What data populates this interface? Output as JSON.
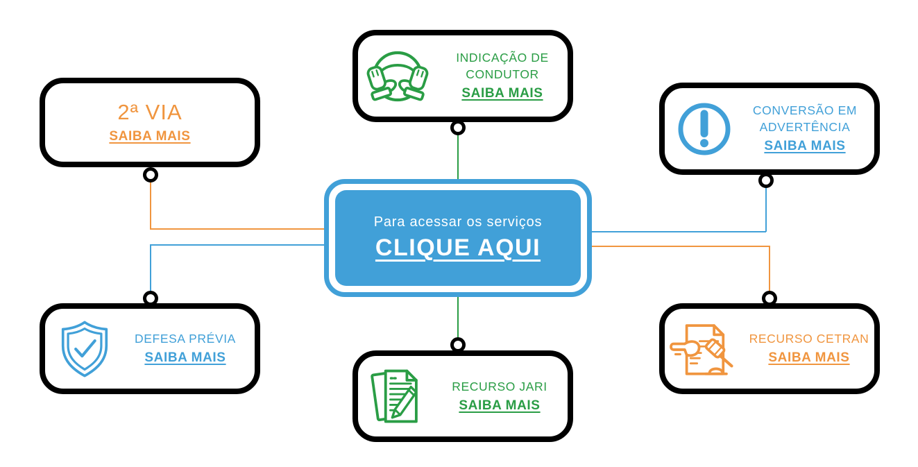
{
  "colors": {
    "blue": "#41A0D8",
    "green": "#2A9D45",
    "orange": "#F0953F"
  },
  "center": {
    "intro": "Para acessar os serviços",
    "cta": "CLIQUE AQUI"
  },
  "nodes": [
    {
      "id": "segunda-via",
      "color": "orange",
      "title": "2ª VIA",
      "link": "SAIBA MAIS",
      "icon": null
    },
    {
      "id": "indicacao-de-condutor",
      "color": "green",
      "title": "INDICAÇÃO DE CONDUTOR",
      "link": "SAIBA MAIS",
      "icon": "steering-wheel-hands-icon"
    },
    {
      "id": "conversao-em-advertencia",
      "color": "blue",
      "title": "CONVERSÃO EM ADVERTÊNCIA",
      "link": "SAIBA MAIS",
      "icon": "exclamation-circle-icon"
    },
    {
      "id": "defesa-previa",
      "color": "blue",
      "title": "DEFESA PRÉVIA",
      "link": "SAIBA MAIS",
      "icon": "shield-check-icon"
    },
    {
      "id": "recurso-jari",
      "color": "green",
      "title": "RECURSO JARI",
      "link": "SAIBA MAIS",
      "icon": "document-pencil-icon"
    },
    {
      "id": "recurso-cetran",
      "color": "orange",
      "title": "RECURSO CETRAN",
      "link": "SAIBA MAIS",
      "icon": "document-gavel-icon"
    }
  ]
}
